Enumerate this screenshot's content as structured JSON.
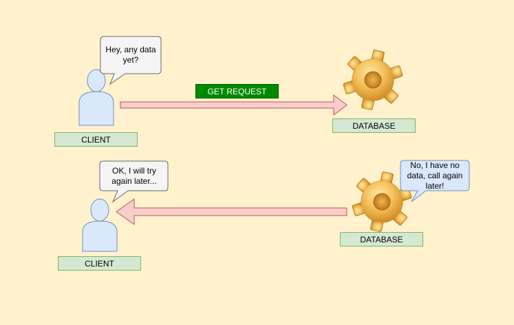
{
  "diagram": {
    "top": {
      "client_label": "CLIENT",
      "client_bubble": "Hey, any data yet?",
      "request_label": "GET REQUEST",
      "database_label": "DATABASE"
    },
    "bottom": {
      "client_label": "CLIENT",
      "client_bubble": "OK, I will try again later...",
      "database_label": "DATABASE",
      "database_bubble": "No, I have no data, call again later!"
    }
  },
  "colors": {
    "background": "#fff2cc",
    "person_fill": "#dae8fc",
    "person_stroke": "#6c8ebf",
    "arrow_fill": "#f8cecc",
    "arrow_stroke": "#b85450",
    "label_fill": "#d5e8d4",
    "label_stroke": "#82b366",
    "request_fill": "#008a00"
  },
  "icons": [
    "person-icon",
    "gear-icon",
    "speech-bubble",
    "arrow-right",
    "arrow-left"
  ]
}
